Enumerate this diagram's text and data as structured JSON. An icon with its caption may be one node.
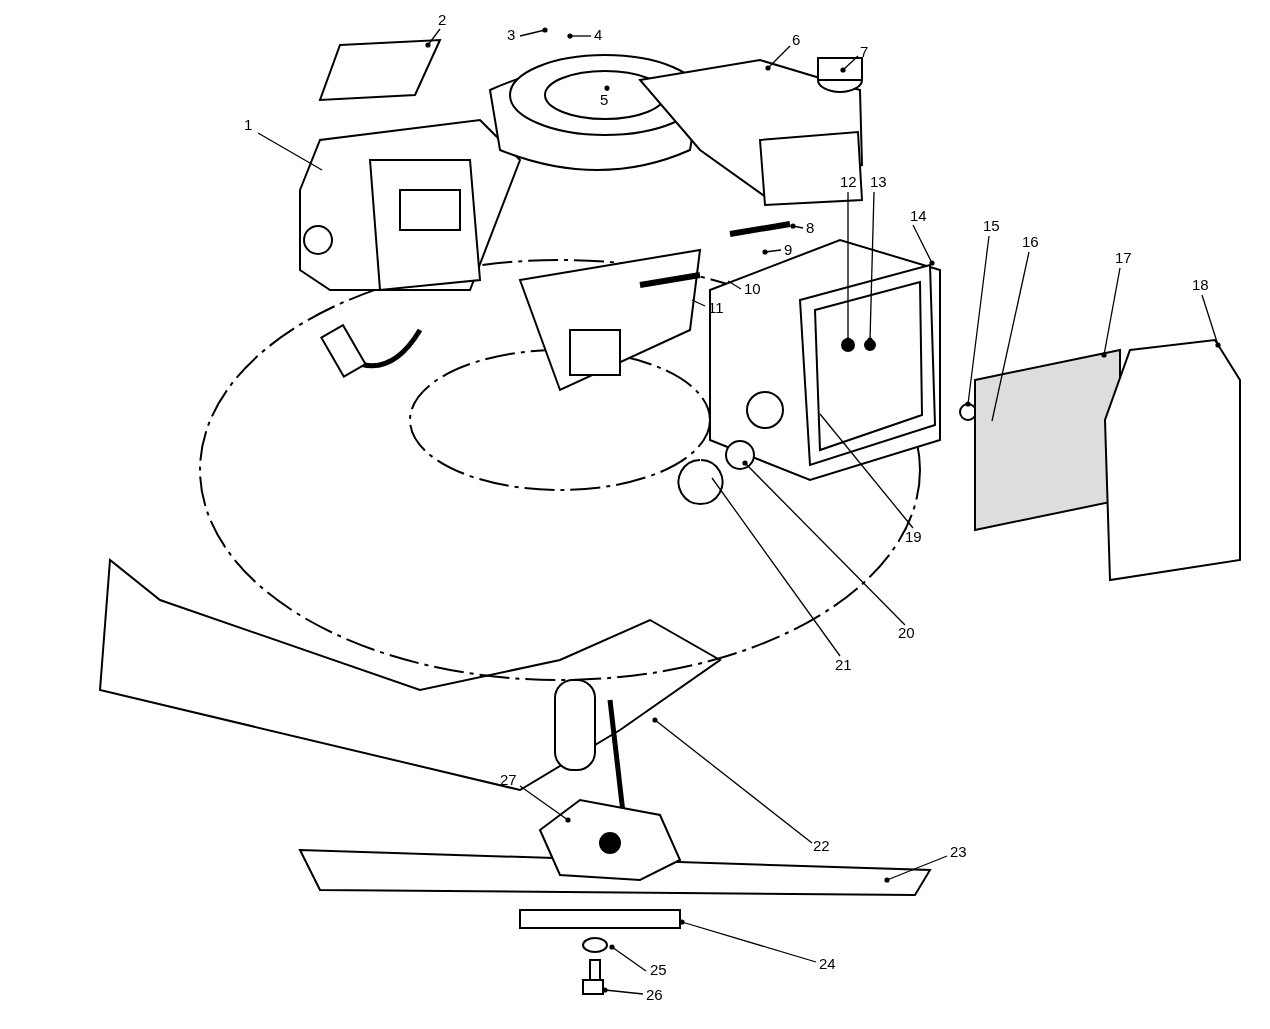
{
  "diagram": {
    "nodes": [
      {
        "text": [
          "1"
        ]
      },
      {
        "text": [
          "2"
        ]
      },
      {
        "text": [
          "3"
        ]
      },
      {
        "text": [
          "4"
        ]
      },
      {
        "text": [
          "5"
        ]
      },
      {
        "text": [
          "6"
        ]
      },
      {
        "text": [
          "7"
        ]
      },
      {
        "text": [
          "8"
        ]
      },
      {
        "text": [
          "9"
        ]
      },
      {
        "text": [
          "10"
        ]
      },
      {
        "text": [
          "11"
        ]
      },
      {
        "text": [
          "12"
        ]
      },
      {
        "text": [
          "13"
        ]
      },
      {
        "text": [
          "14"
        ]
      },
      {
        "text": [
          "15"
        ]
      },
      {
        "text": [
          "16"
        ]
      },
      {
        "text": [
          "17"
        ]
      },
      {
        "text": [
          "18"
        ]
      },
      {
        "text": [
          "19"
        ]
      },
      {
        "text": [
          "20"
        ]
      },
      {
        "text": [
          "21"
        ]
      },
      {
        "text": [
          "22"
        ]
      },
      {
        "text": [
          "23"
        ]
      },
      {
        "text": [
          "24"
        ]
      },
      {
        "text": [
          "25"
        ]
      },
      {
        "text": [
          "26"
        ]
      },
      {
        "text": [
          "27"
        ]
      }
    ],
    "edges": [
      {
        "from": 0,
        "to": null,
        "arrow": "none"
      },
      {
        "from": 1,
        "to": null,
        "arrow": "other"
      },
      {
        "from": 2,
        "to": null,
        "arrow": "other"
      },
      {
        "from": 3,
        "to": null,
        "arrow": "other"
      },
      {
        "from": 4,
        "to": null,
        "arrow": "other"
      },
      {
        "from": 5,
        "to": null,
        "arrow": "other"
      },
      {
        "from": 6,
        "to": null,
        "arrow": "other"
      },
      {
        "from": 7,
        "to": null,
        "arrow": "other"
      },
      {
        "from": 8,
        "to": null,
        "arrow": "other"
      },
      {
        "from": 9,
        "to": null,
        "arrow": "none"
      },
      {
        "from": 10,
        "to": null,
        "arrow": "none"
      },
      {
        "from": 11,
        "to": null,
        "arrow": "other"
      },
      {
        "from": 12,
        "to": null,
        "arrow": "other"
      },
      {
        "from": 13,
        "to": null,
        "arrow": "other"
      },
      {
        "from": 14,
        "to": null,
        "arrow": "other"
      },
      {
        "from": 15,
        "to": null,
        "arrow": "none"
      },
      {
        "from": 16,
        "to": null,
        "arrow": "other"
      },
      {
        "from": 17,
        "to": null,
        "arrow": "other"
      },
      {
        "from": 18,
        "to": null,
        "arrow": "none"
      },
      {
        "from": 19,
        "to": null,
        "arrow": "other"
      },
      {
        "from": 20,
        "to": null,
        "arrow": "none"
      },
      {
        "from": 21,
        "to": null,
        "arrow": "other"
      },
      {
        "from": 22,
        "to": null,
        "arrow": "other"
      },
      {
        "from": 23,
        "to": null,
        "arrow": "other"
      },
      {
        "from": 24,
        "to": null,
        "arrow": "other"
      },
      {
        "from": 25,
        "to": null,
        "arrow": "other"
      },
      {
        "from": 26,
        "to": null,
        "arrow": "other"
      }
    ]
  }
}
